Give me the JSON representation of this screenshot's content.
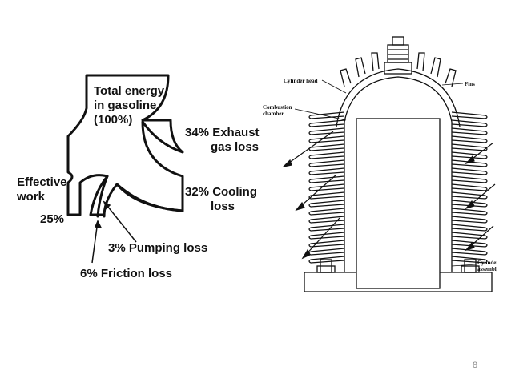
{
  "sankey": {
    "total_line1": "Total energy",
    "total_line2": "in gasoline",
    "total_line3": "(100%)",
    "exhaust_line1": "34% Exhaust",
    "exhaust_line2": "gas loss",
    "cooling_line1": "32% Cooling",
    "cooling_line2": "loss",
    "effective_line1": "Effective",
    "effective_line2": "work",
    "effective_line3": "25%",
    "pumping": "3% Pumping loss",
    "friction": "6% Friction loss"
  },
  "cylinder": {
    "cylinder_head": "Cylinder head",
    "fins": "Fins",
    "combustion_line1": "Combustion",
    "combustion_line2": "chamber",
    "assembly_line1": "Cylinder",
    "assembly_line2": "assembly"
  },
  "page_number": "8"
}
